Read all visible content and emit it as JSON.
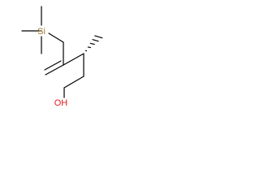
{
  "molecule": {
    "atoms": {
      "silicon": {
        "label": "Si",
        "color": "#9d7d2a"
      },
      "oxygen": {
        "label": "OH",
        "color": "#e01b1b"
      }
    },
    "bond_color": "#000000",
    "stereo_wedge": "hashed"
  }
}
